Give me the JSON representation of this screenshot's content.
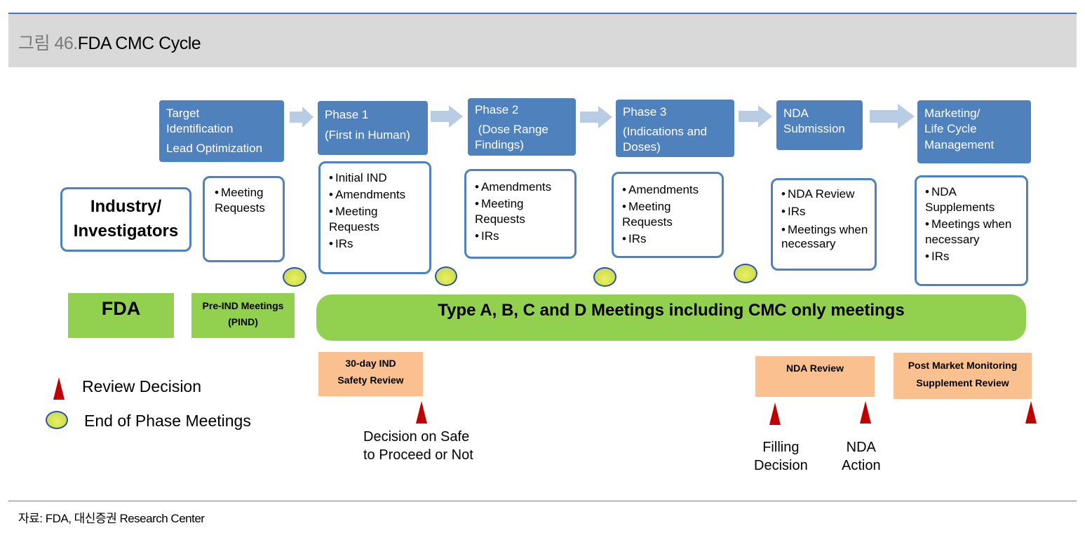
{
  "header": {
    "prefix": "그림 46.",
    "title": "FDA CMC Cycle"
  },
  "phases": [
    {
      "lines": [
        "Target",
        "Identification",
        "Lead Optimization"
      ]
    },
    {
      "lines": [
        "Phase 1",
        "(First in Human)"
      ]
    },
    {
      "lines": [
        "Phase 2",
        " (Dose Range",
        "Findings)"
      ]
    },
    {
      "lines": [
        "Phase 3",
        "(Indications and",
        "Doses)"
      ]
    },
    {
      "lines": [
        "NDA",
        "Submission"
      ]
    },
    {
      "lines": [
        "Marketing/",
        "Life Cycle",
        "Management"
      ]
    }
  ],
  "industry": {
    "line1": "Industry/",
    "line2": "Investigators"
  },
  "details": [
    [
      "Meeting Requests"
    ],
    [
      "Initial IND",
      "Amendments",
      "Meeting Requests",
      "IRs"
    ],
    [
      "Amendments",
      "Meeting Requests",
      "IRs"
    ],
    [
      "Amendments",
      "Meeting Requests",
      "IRs"
    ],
    [
      "NDA Review",
      "IRs",
      "Meetings when necessary"
    ],
    [
      "NDA Supplements",
      "Meetings when necessary",
      "IRs"
    ]
  ],
  "bullet": "•",
  "fda": {
    "label": "FDA",
    "pind_line1": "Pre-IND Meetings",
    "pind_line2": "(PIND)",
    "bar": "Type A, B, C and D Meetings including CMC only meetings"
  },
  "reviews": {
    "ind_line1": "30-day IND",
    "ind_line2": "Safety Review",
    "nda": "NDA Review",
    "post_line1": "Post Market Monitoring",
    "post_line2": "Supplement Review"
  },
  "legend": {
    "review_decision": "Review Decision",
    "end_of_phase": "End of Phase Meetings"
  },
  "captions": {
    "decision_line1": "Decision on Safe",
    "decision_line2": "to Proceed or Not",
    "filling_line1": "Filling",
    "filling_line2": "Decision",
    "nda_action_line1": "NDA",
    "nda_action_line2": "Action"
  },
  "colors": {
    "phase_box": "#4f81bd",
    "arrow": "#b8cce4",
    "green": "#92d050",
    "orange": "#fac090",
    "triangle": "#c00000",
    "header_band": "#d9d9d9"
  },
  "footer": {
    "source": "자료:  FDA, 대신증권 Research Center"
  }
}
